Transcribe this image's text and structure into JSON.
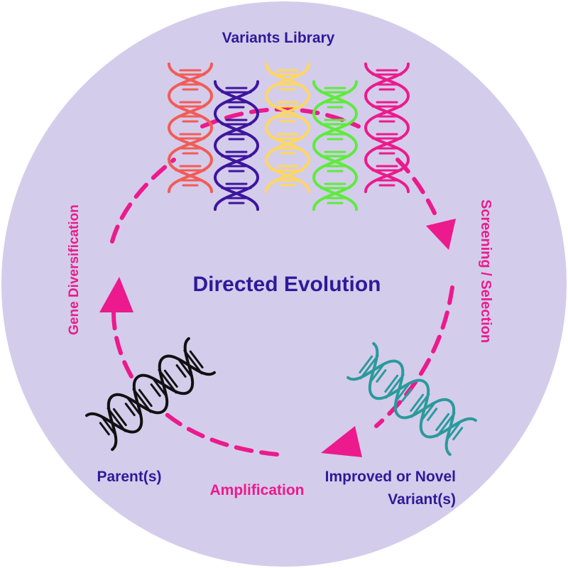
{
  "title": "Directed Evolution",
  "labels": {
    "variants_library": "Variants Library",
    "screening_selection": "Screening / Selection",
    "improved_line1": "Improved or Novel",
    "improved_line2": "Variant(s)",
    "amplification": "Amplification",
    "parents": "Parent(s)",
    "gene_diversification": "Gene Diversification"
  },
  "colors": {
    "background_circle": "#d4cceb",
    "arrows": "#ec1a8c",
    "title_text": "#2e1a99",
    "step_label": "#ec1a8c",
    "state_label": "#2e1a99",
    "parent_dna": "#111111",
    "improved_dna": "#2a9a9c",
    "library_dna": [
      "#f25c56",
      "#3d159e",
      "#ffd75e",
      "#5eeb3c",
      "#ec1a8c"
    ]
  },
  "icons": {
    "library": [
      "dna-icon-coral",
      "dna-icon-indigo",
      "dna-icon-yellow",
      "dna-icon-green",
      "dna-icon-magenta"
    ],
    "parent": "dna-icon-black",
    "improved": "dna-icon-teal"
  }
}
